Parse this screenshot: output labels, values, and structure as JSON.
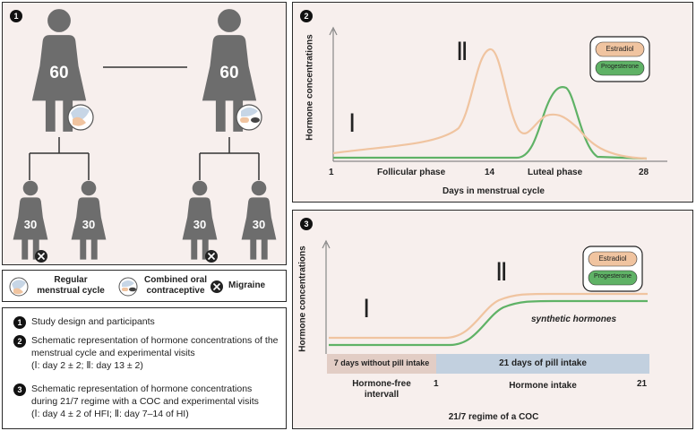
{
  "panel1": {
    "badge": "1",
    "top_left_count": "60",
    "top_right_count": "60",
    "bottom_counts": [
      "30",
      "30",
      "30",
      "30"
    ]
  },
  "legend": {
    "regular": "Regular menstrual cycle",
    "regular_l1": "Regular",
    "regular_l2": "menstrual cycle",
    "coc_l1": "Combined oral",
    "coc_l2": "contraceptive",
    "migraine": "Migraine"
  },
  "descriptions": [
    {
      "badge": "1",
      "lines": [
        "Study design and participants"
      ]
    },
    {
      "badge": "2",
      "lines": [
        "Schematic representation of hormone concentrations of the",
        "menstrual cycle and experimental visits",
        "(Ⅰ: day 2 ± 2; Ⅱ: day 13 ± 2)"
      ]
    },
    {
      "badge": "3",
      "lines": [
        "Schematic representation of hormone concentrations",
        "during 21/7 regime with a COC and experimental visits",
        "(Ⅰ: day 4 ± 2 of HFI; Ⅱ: day 7–14 of HI)"
      ]
    }
  ],
  "panel2": {
    "badge": "2",
    "ylabel": "Hormone concentrations",
    "xlabel": "Days in menstrual cycle",
    "tick_1": "1",
    "tick_14": "14",
    "tick_28": "28",
    "phase_follicular": "Follicular phase",
    "phase_luteal": "Luteal phase",
    "marker_I": "Ⅰ",
    "marker_II": "Ⅱ",
    "legend_estradiol": "Estradiol",
    "legend_progesterone": "Progesterone"
  },
  "panel3": {
    "badge": "3",
    "ylabel": "Hormone concentrations",
    "xlabel": "21/7 regime of a COC",
    "bar_hfi": "7 days without pill intake",
    "bar_hi": "21 days of pill intake",
    "phase_hfi_l1": "Hormone-free",
    "phase_hfi_l2": "intervall",
    "phase_hi": "Hormone intake",
    "tick_1": "1",
    "tick_21": "21",
    "marker_I": "Ⅰ",
    "marker_II": "Ⅱ",
    "annotation": "synthetic hormones",
    "legend_estradiol": "Estradiol",
    "legend_progesterone": "Progesterone"
  },
  "colors": {
    "panel_bg": "#f7efed",
    "estradiol": "#f0c4a0",
    "progesterone": "#5fb266",
    "figure_gray": "#6d6d6d",
    "bar_hfi": "#e2cdc5",
    "bar_hi": "#c2d0df"
  }
}
